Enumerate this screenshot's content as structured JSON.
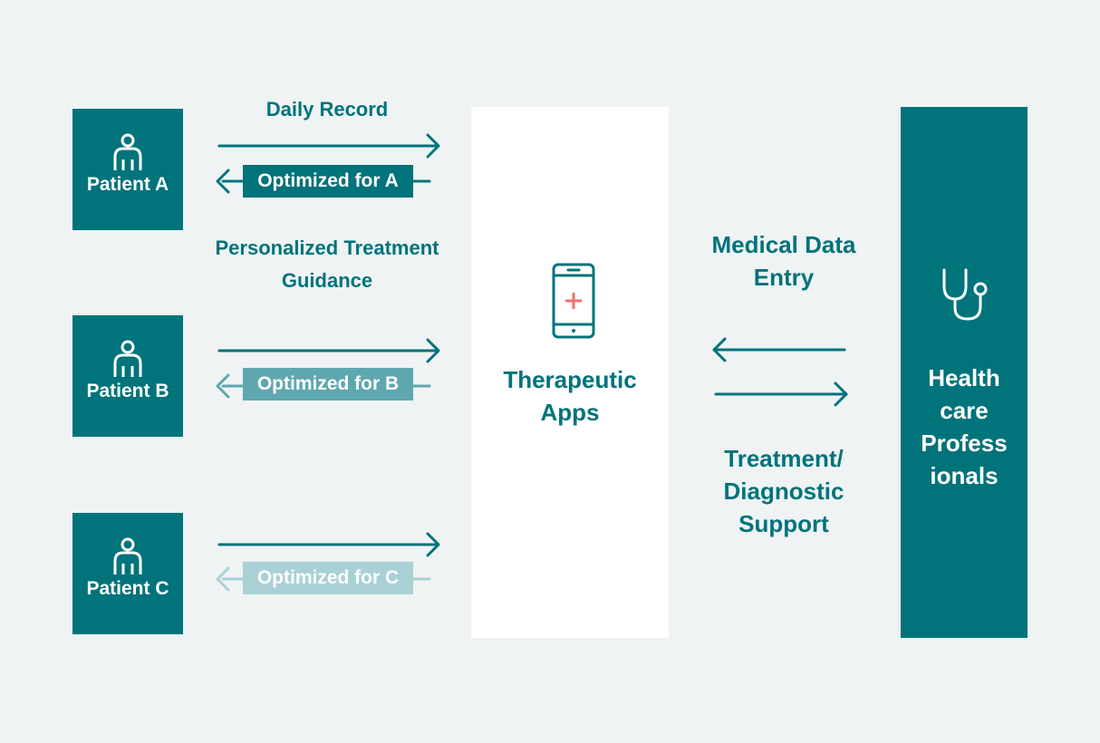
{
  "patients": [
    {
      "label": "Patient A",
      "optimized": "Optimized for A"
    },
    {
      "label": "Patient B",
      "optimized": "Optimized for B"
    },
    {
      "label": "Patient C",
      "optimized": "Optimized for C"
    }
  ],
  "left_labels": {
    "daily_record": "Daily Record",
    "guidance_line1": "Personalized Treatment",
    "guidance_line2": "Guidance"
  },
  "center": {
    "title_line1": "Therapeutic",
    "title_line2": "Apps"
  },
  "right_labels": {
    "entry_line1": "Medical Data",
    "entry_line2": "Entry",
    "support_line1": "Treatment/",
    "support_line2": "Diagnostic",
    "support_line3": "Support"
  },
  "hcp": {
    "line1": "Health",
    "line2": "care",
    "line3": "Profess",
    "line4": "ionals"
  },
  "icons": {
    "patient": "person-icon",
    "app": "smartphone-medical-icon",
    "hcp": "stethoscope-icon"
  },
  "colors": {
    "primary": "#00737b",
    "opt_a": "#00737b",
    "opt_b": "#5fa7ae",
    "opt_c": "#a9d1d5",
    "accent": "#e8736b",
    "background": "#eff3f4"
  }
}
